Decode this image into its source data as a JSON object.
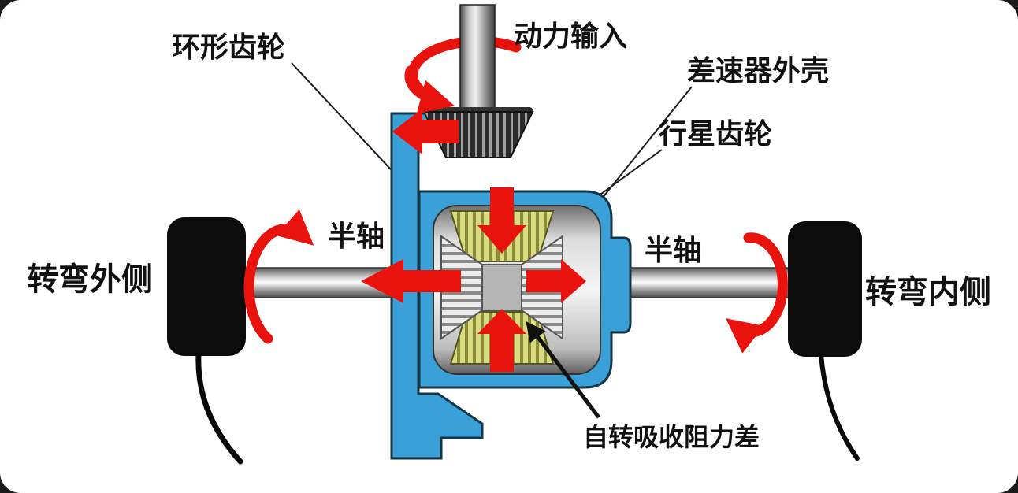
{
  "labels": {
    "ring_gear": "环形齿轮",
    "power_input": "动力输入",
    "differential_housing": "差速器外壳",
    "planet_gear": "行星齿轮",
    "half_shaft_left": "半轴",
    "half_shaft_right": "半轴",
    "turn_outer_side": "转弯外侧",
    "turn_inner_side": "转弯内侧",
    "self_rotation_note": "自转吸收阻力差"
  },
  "colors": {
    "housing_blue": "#3aa0d8",
    "arrow_red": "#e8130d",
    "gear_yellow": "#d9dc7e",
    "gear_stripe": "#8a8c3a",
    "metal_gray": "#c8c8c8",
    "wheel_black": "#0c0c0c"
  }
}
